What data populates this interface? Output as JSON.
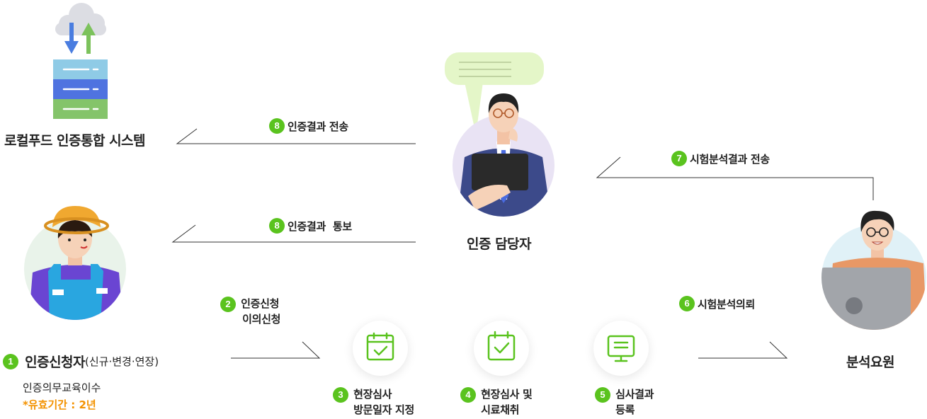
{
  "system": {
    "title": "로컬푸드 인증통합 시스템"
  },
  "officer": {
    "title": "인증 담당자"
  },
  "applicant": {
    "title": "인증신청자",
    "title_suffix": "(신규·변경·연장)",
    "step": "1",
    "note1": "인증의무교육이수",
    "note2": "*유효기간 : 2년"
  },
  "analyst": {
    "title": "분석요원"
  },
  "flows": {
    "send_result": {
      "num": "8",
      "label": "인증결과 전송"
    },
    "notify_result": {
      "num": "8",
      "label": "인증결과  통보"
    },
    "apply": {
      "num": "2",
      "line1": "인증신청",
      "line2": "이의신청"
    },
    "test_send": {
      "num": "7",
      "label": "시험분석결과 전송"
    },
    "test_request": {
      "num": "6",
      "label": "시험분석의뢰"
    }
  },
  "steps": [
    {
      "num": "3",
      "line1": "현장심사",
      "line2": "방문일자 지정",
      "icon": "calendar-check-icon"
    },
    {
      "num": "4",
      "line1": "현장심사 및",
      "line2": "시료채취",
      "icon": "clipboard-check-icon"
    },
    {
      "num": "5",
      "line1": "심사결과",
      "line2": "등록",
      "icon": "monitor-icon"
    }
  ],
  "colors": {
    "accent": "#5ac31e",
    "warning": "#f39200",
    "line": "#333333"
  }
}
